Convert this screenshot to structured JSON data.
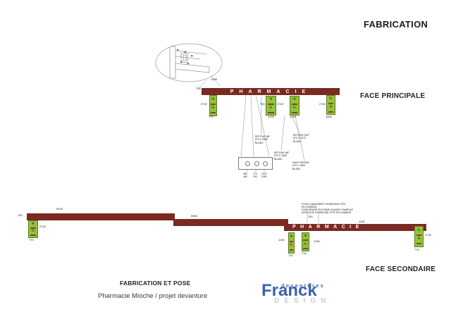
{
  "title": "FABRICATION",
  "icons": {
    "cross": "✚",
    "caduceus": "℞"
  },
  "colors": {
    "band_maroon": "#7a2a22",
    "panel_green": "#8fc43f",
    "panel_border": "#567f1c",
    "icon_red": "#8d2015",
    "logo_blue": "#3b63ad",
    "logo_light": "#c7cdda"
  },
  "top_drawing": {
    "label": "FACE PRINCIPALE",
    "sign_text": "PHARMACIE",
    "dims": [
      {
        "text": "1498"
      },
      {
        "text": "750"
      },
      {
        "text": "2740"
      },
      {
        "text": "770"
      },
      {
        "text": "750"
      },
      {
        "text": "2740"
      },
      {
        "text": "1250"
      },
      {
        "text": "1253"
      },
      {
        "text": "2740"
      },
      {
        "text": "1860"
      }
    ],
    "annotations": [
      {
        "lines": [
          "RETOUR INF",
          "670 X 2500",
          "BLANC"
        ]
      },
      {
        "lines": [
          "RETOUR SUP",
          "670 X 2270",
          "BLANC"
        ]
      },
      {
        "lines": [
          "RETOUR INF",
          "670 X 1500",
          "BLANC"
        ]
      },
      {
        "lines": [
          "HAUT DESSIN",
          "670 X 1500",
          "BLANC"
        ]
      }
    ],
    "fixings": {
      "labels": [
        [
          "480",
          "460"
        ],
        [
          "770",
          "750"
        ],
        [
          "1370",
          "1350"
        ]
      ]
    }
  },
  "bottom_drawing": {
    "label": "FACE SECONDAIRE",
    "sign_text": "PHARMACIE",
    "dims": [
      {
        "text": "5976"
      },
      {
        "text": "750"
      },
      {
        "text": "2740"
      },
      {
        "text": "770"
      },
      {
        "text": "5968"
      },
      {
        "text": "1198"
      },
      {
        "text": "750"
      },
      {
        "text": "1198"
      },
      {
        "text": "1198"
      },
      {
        "text": "720"
      },
      {
        "text": "718"
      },
      {
        "text": "2740"
      },
      {
        "text": "770"
      }
    ],
    "note_lines": [
      "POUR CHANGEMENT D'ENSEIGNE CÔTE",
      "EN CHARBON",
      "POUR REMISE EN FORME CHASSIS / RAMPLAS",
      "APPROCHE D'ENSEIGNE CÔTE EN CHARBON"
    ]
  },
  "footer": {
    "title": "FABRICATION ET POSE",
    "subtitle": "Pharmacie Mioche / projet devanture"
  },
  "logo": {
    "top": "devantures",
    "main": "Franck",
    "sub": "DESIGN"
  }
}
